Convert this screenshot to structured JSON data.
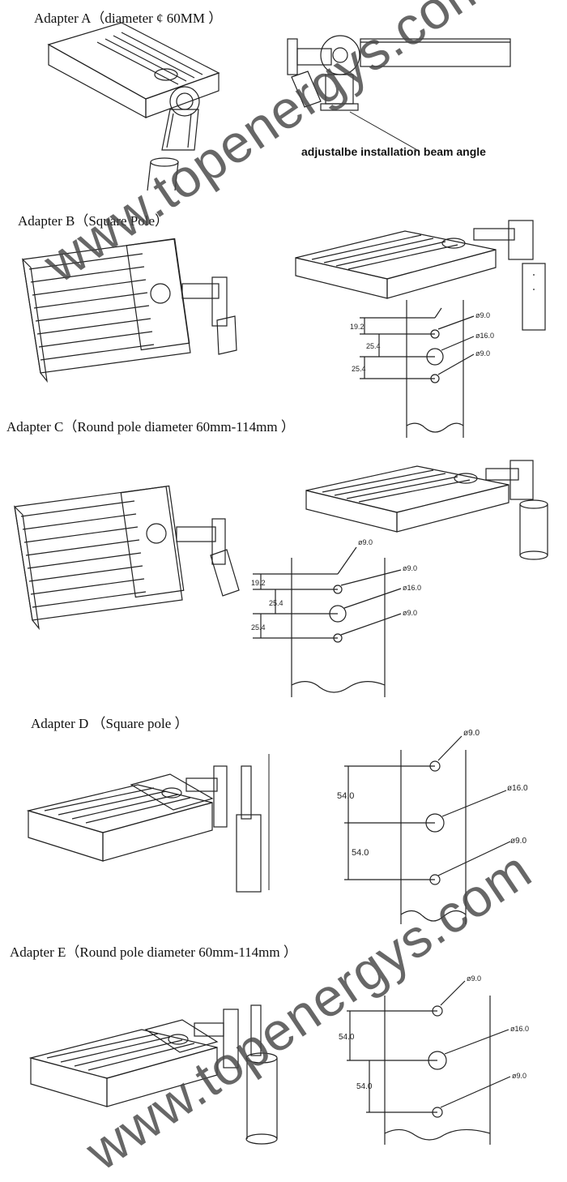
{
  "sections": [
    {
      "title": "Adapter A（diameter   ¢ 60MM ）"
    },
    {
      "title": "Adapter B（Square Pole）"
    },
    {
      "title": "Adapter C（Round pole diameter  60mm-114mm ）"
    },
    {
      "title": "Adapter D （Square pole   ）"
    },
    {
      "title": "Adapter E（Round pole diameter  60mm-114mm ）"
    }
  ],
  "note_adjustable": "adjustalbe installation beam angle",
  "dims": {
    "hole_small": "ø9.0",
    "hole_large": "ø16.0",
    "d192": "19.2",
    "d254": "25.4",
    "d540": "54.0"
  },
  "watermark": "www.topenergys.com"
}
